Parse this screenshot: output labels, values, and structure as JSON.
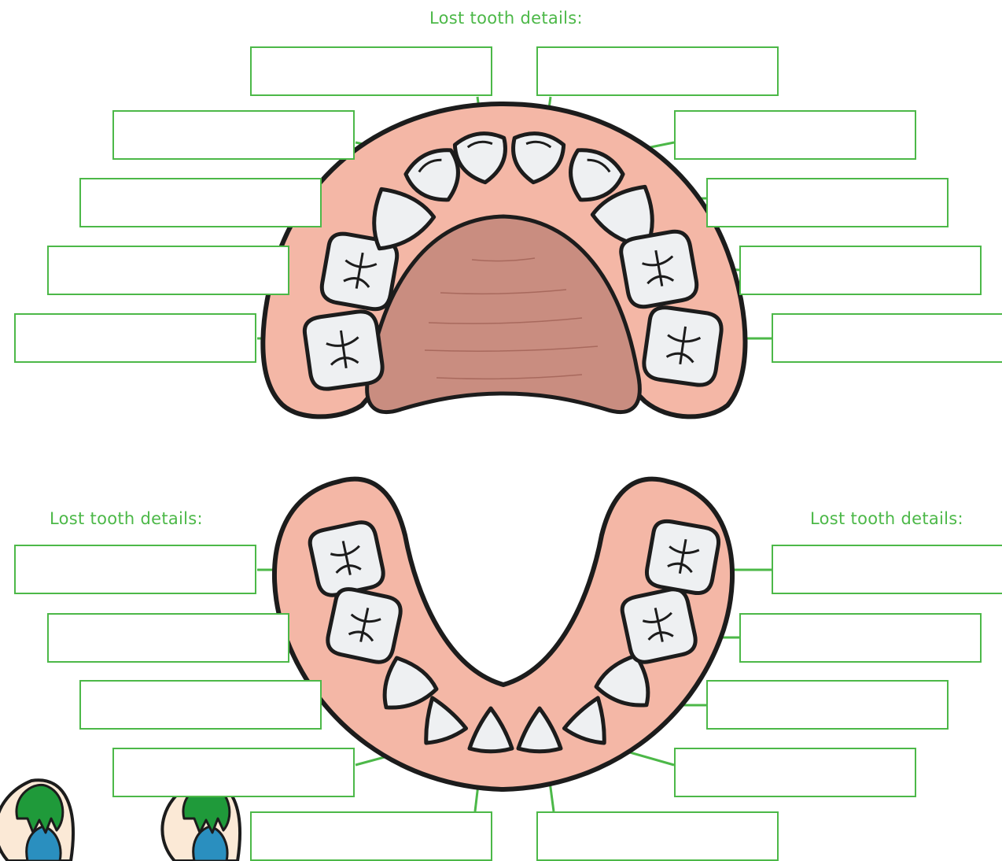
{
  "colors": {
    "accent_green": "#4cb848",
    "gum": "#f4b7a6",
    "gum_outline": "#1c1c1c",
    "palate": "#c98d80",
    "tooth": "#eef0f2",
    "character_green": "#1f9a3a",
    "character_blue": "#2a8fbf",
    "character_cream": "#fbe9d6"
  },
  "headings": {
    "top": "Lost tooth details:",
    "left": "Lost tooth details:",
    "right": "Lost tooth details:"
  },
  "upper_jaw": {
    "label": "upper",
    "tooth_count": 10
  },
  "lower_jaw": {
    "label": "lower",
    "tooth_count": 10
  },
  "detail_boxes": {
    "upper": [
      "",
      "",
      "",
      "",
      "",
      "",
      "",
      "",
      "",
      ""
    ],
    "lower": [
      "",
      "",
      "",
      "",
      "",
      "",
      "",
      "",
      "",
      ""
    ]
  },
  "decorations": [
    "tooth-character",
    "tooth-character"
  ]
}
